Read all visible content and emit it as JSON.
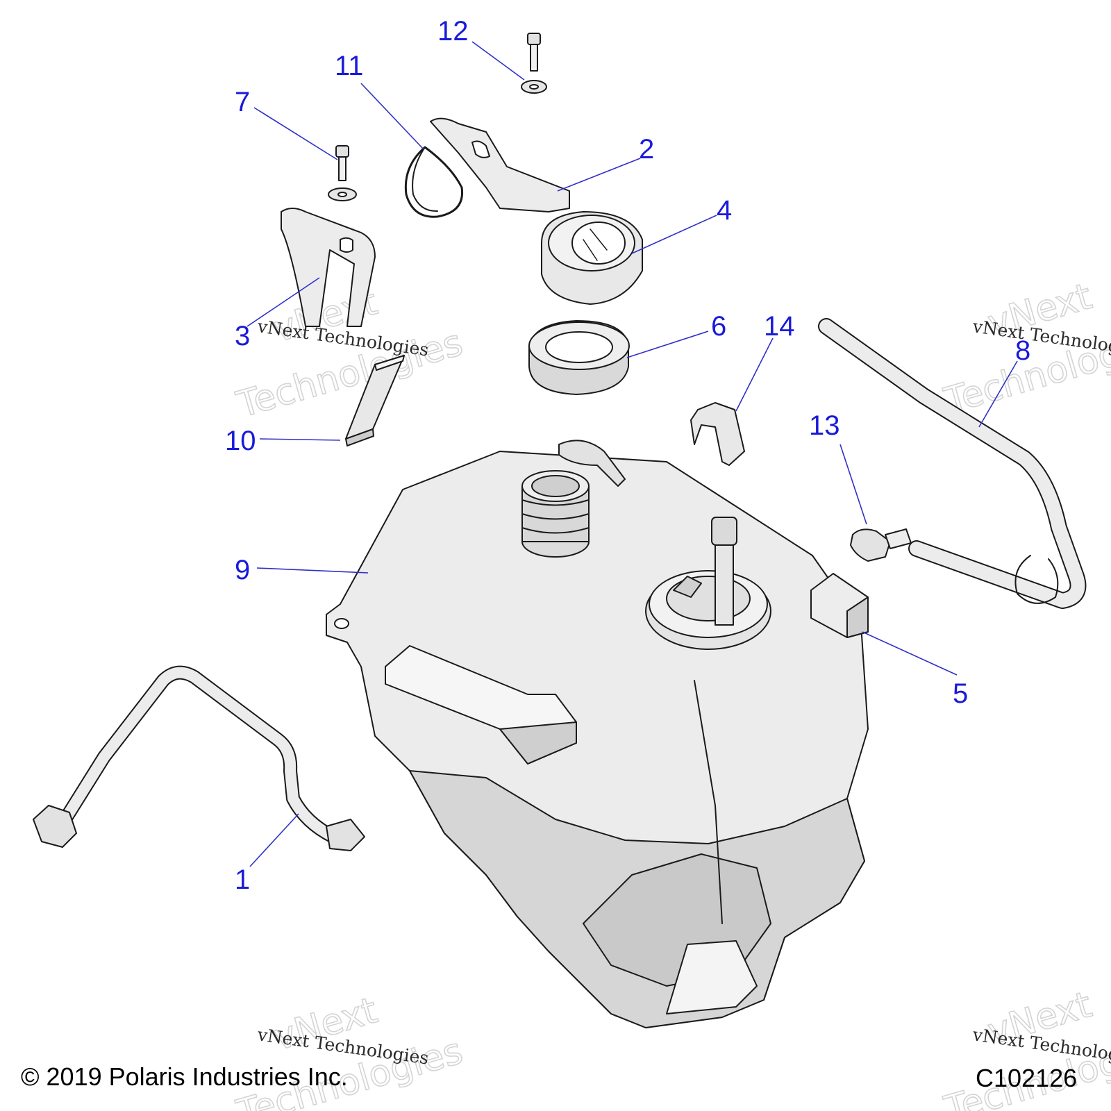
{
  "callouts": [
    {
      "label": "1"
    },
    {
      "label": "2"
    },
    {
      "label": "3"
    },
    {
      "label": "4"
    },
    {
      "label": "5"
    },
    {
      "label": "6"
    },
    {
      "label": "7"
    },
    {
      "label": "8"
    },
    {
      "label": "9"
    },
    {
      "label": "10"
    },
    {
      "label": "11"
    },
    {
      "label": "12"
    },
    {
      "label": "13"
    },
    {
      "label": "14"
    }
  ],
  "watermark": {
    "big_line1": "vNext",
    "big_line2": "Technologies",
    "small": "vNext Technologies"
  },
  "footer": {
    "copyright": "© 2019 Polaris Industries Inc.",
    "code": "C102126"
  },
  "colors": {
    "callout": "#1a1adb",
    "leader": "#3030c8",
    "outline": "#1a1a1a",
    "fill_light": "#ececec",
    "fill_shade": "#d2d2d2"
  }
}
